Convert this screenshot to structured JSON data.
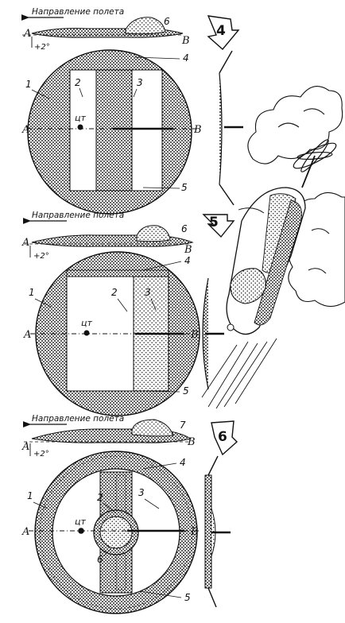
{
  "diagrams": [
    {
      "id": "4",
      "flight_direction": "Направление полета",
      "angle": "+2°",
      "axis_start": "A",
      "axis_end": "B",
      "cg": "цт",
      "callouts": [
        "1",
        "2",
        "3",
        "4",
        "5",
        "6"
      ]
    },
    {
      "id": "5",
      "flight_direction": "Направление полета",
      "angle": "+2°",
      "axis_start": "A",
      "axis_end": "B",
      "cg": "цт",
      "callouts": [
        "1",
        "2",
        "3",
        "4",
        "5",
        "6"
      ]
    },
    {
      "id": "6",
      "flight_direction": "Направление полета",
      "angle": "+2°",
      "axis_start": "A",
      "axis_end": "B",
      "cg": "цт",
      "callouts": [
        "1",
        "2",
        "3",
        "4",
        "5",
        "6",
        "7"
      ]
    }
  ],
  "colors": {
    "ink": "#111111",
    "paper": "#ffffff"
  }
}
